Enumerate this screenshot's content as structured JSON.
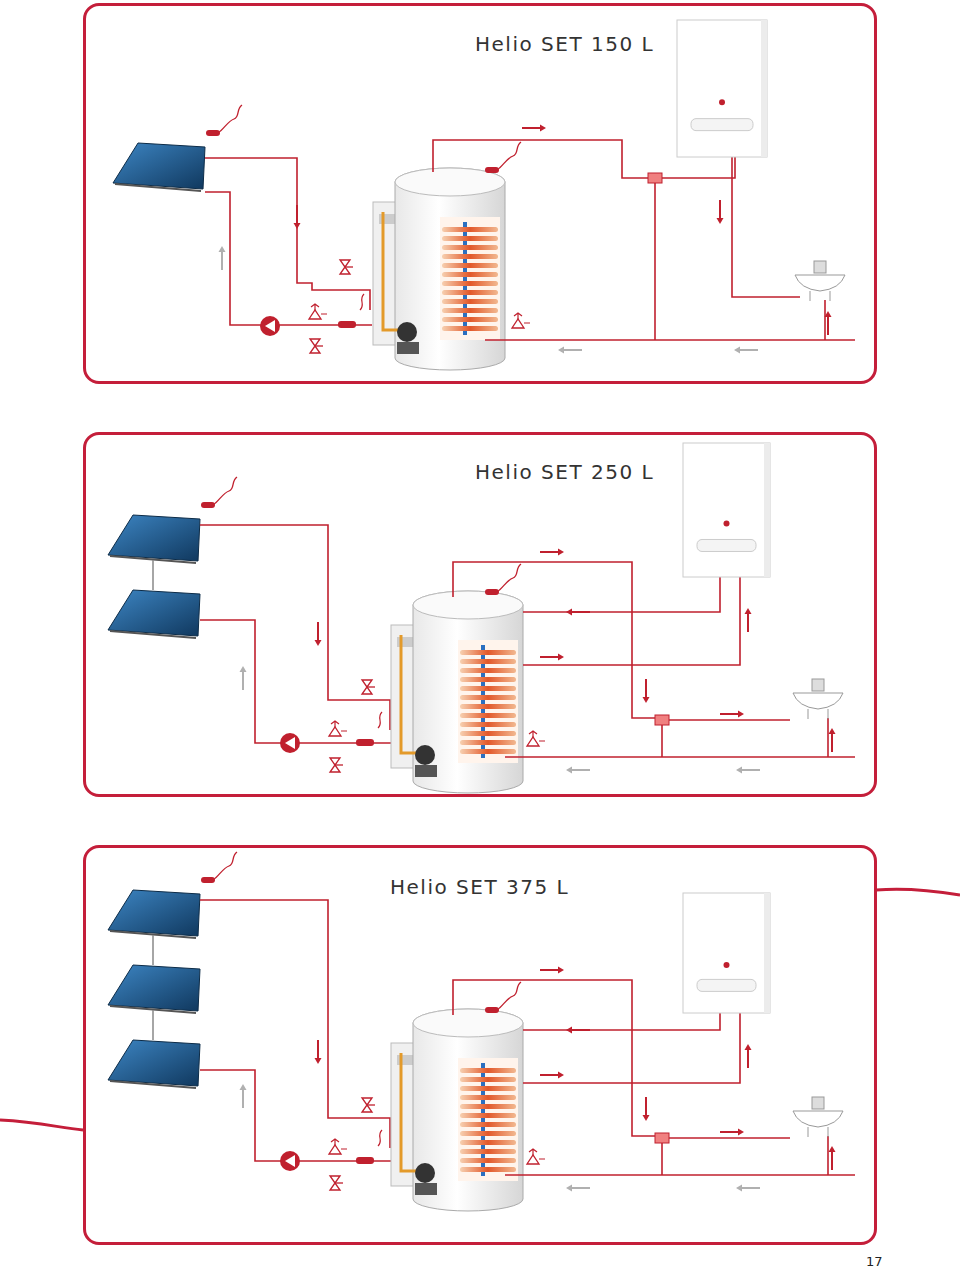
{
  "diagram": {
    "nodes": [
      {
        "text": [
          "Helio SET 150 L"
        ]
      },
      {
        "text": [
          "Helio SET 250 L"
        ]
      },
      {
        "text": [
          "Helio SET 375 L"
        ]
      }
    ],
    "labels": [
      "17"
    ]
  }
}
